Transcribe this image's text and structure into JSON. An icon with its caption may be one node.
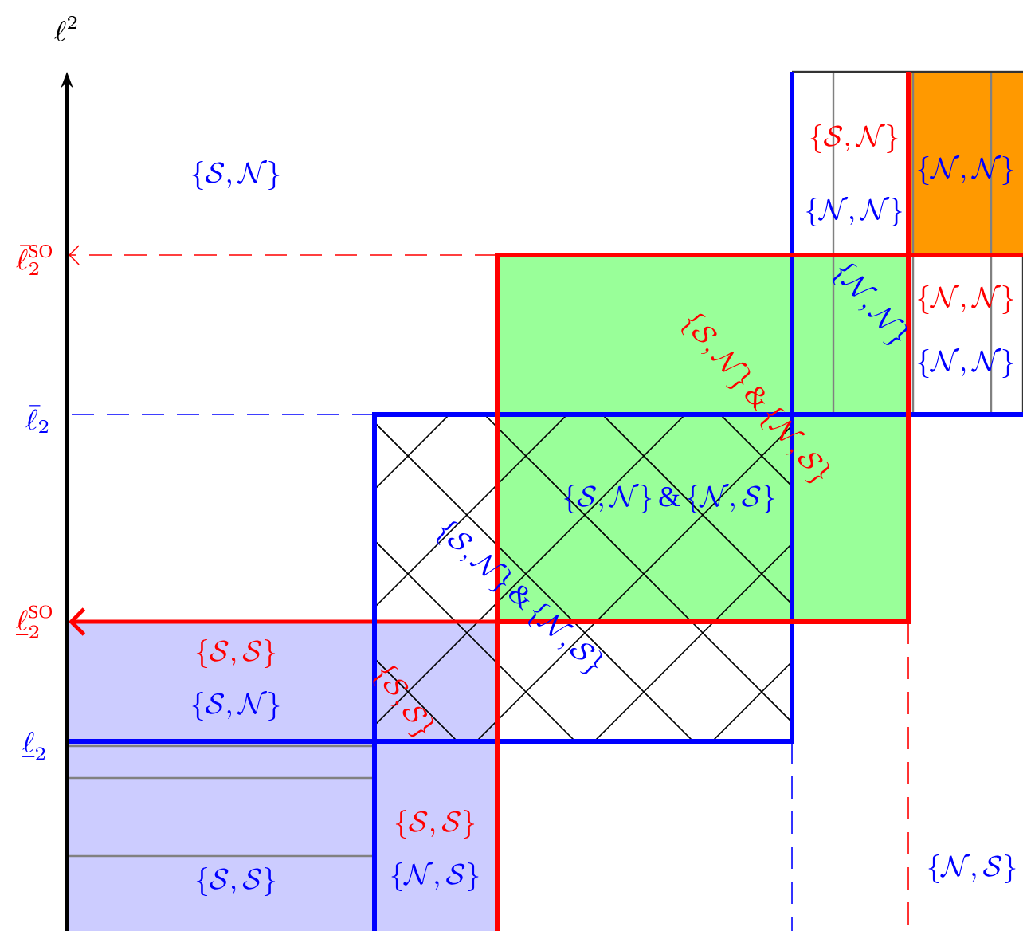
{
  "diagram": {
    "labels": [
      "\\ell^{2}",
      "\\{\\mathcal{S},\\mathcal{N}\\}",
      "\\{\\mathcal{S},\\mathcal{N}\\}",
      "\\{\\mathcal{N},\\mathcal{N}\\}",
      "\\{\\mathcal{N},\\mathcal{N}\\}",
      "\\bar{\\ell}_2^{\\mathrm{SO}}",
      "\\{\\mathcal{N},\\mathcal{N}\\}",
      "\\{\\mathcal{N},\\mathcal{N}\\}",
      "\\{\\mathcal{S},\\mathcal{N}\\}\\,\\&\\,\\{\\mathcal{N},\\mathcal{S}\\}",
      "\\{\\mathcal{N},\\mathcal{N}\\}",
      "\\bar{\\ell}_2",
      "\\{\\mathcal{S},\\mathcal{N}\\}\\,\\&\\,\\{\\mathcal{N},\\mathcal{S}\\}",
      "\\{\\mathcal{S},\\mathcal{N}\\}\\,\\&\\,\\{\\mathcal{N},\\mathcal{S}\\}",
      "\\underline{\\ell}_2^{\\mathrm{SO}}",
      "\\{\\mathcal{S},\\mathcal{S}\\}",
      "\\{\\mathcal{S},\\mathcal{S}\\}",
      "\\{\\mathcal{S},\\mathcal{N}\\}",
      "\\underline{\\ell}_2",
      "\\{\\mathcal{S},\\mathcal{S}\\}",
      "\\{\\mathcal{N},\\mathcal{S}\\}",
      "\\{\\mathcal{S},\\mathcal{S}\\}",
      "\\{\\mathcal{N},\\mathcal{S}\\}"
    ]
  }
}
